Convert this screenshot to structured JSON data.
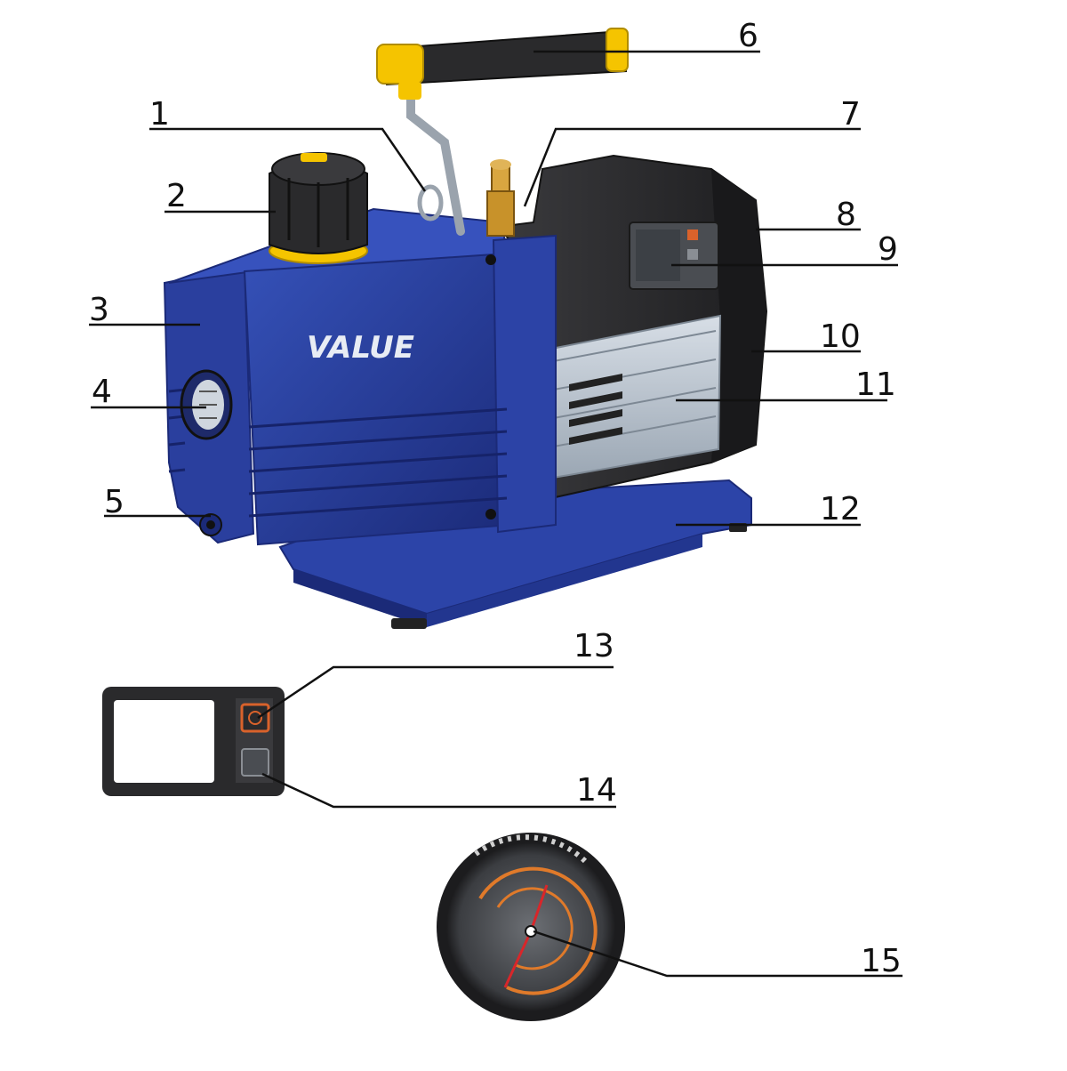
{
  "diagram": {
    "brand_logo": "VALUE",
    "callouts": [
      "1",
      "2",
      "3",
      "4",
      "5",
      "6",
      "7",
      "8",
      "9",
      "10",
      "11",
      "12",
      "13",
      "14",
      "15"
    ],
    "colors": {
      "body_blue": "#2a3f9e",
      "body_blue_dark": "#1b2a78",
      "motor_black": "#2a2a2c",
      "accent_yellow": "#f5c400",
      "grille_silver": "#b8c3cf",
      "gauge_orange": "#e07a2a",
      "gauge_needle": "#d8262a",
      "display_icon_orange": "#d9622b"
    },
    "parts": {
      "handle": "handle",
      "oil_cap": "oil-fill-cap",
      "sight_glass": "oil-sight-glass",
      "drain_plug": "oil-drain-plug",
      "inlet_fitting": "brass-inlet-fitting",
      "motor_housing": "motor-housing",
      "display": "display-screen",
      "vent_grille": "vent-grille",
      "base": "base",
      "vacuum_gauge": "vacuum-gauge"
    }
  }
}
